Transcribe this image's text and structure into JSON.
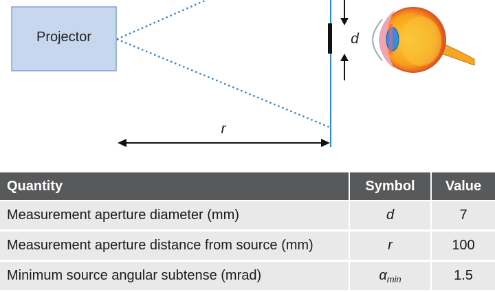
{
  "diagram": {
    "source_label": "Projector",
    "distance_label": "r",
    "aperture_label": "d",
    "colors": {
      "projector_fill": "#c6d7ee",
      "projector_stroke": "#7fa3d6",
      "beam": "#3b7fc9",
      "aperture_line": "#2c8ad8",
      "arrow": "#111111"
    },
    "icons": [
      "projector-box",
      "eye-cross-section-icon"
    ]
  },
  "table": {
    "headers": {
      "quantity": "Quantity",
      "symbol": "Symbol",
      "value": "Value"
    },
    "rows": [
      {
        "quantity": "Measurement aperture diameter (mm)",
        "symbol": "d",
        "value": "7"
      },
      {
        "quantity": "Measurement aperture distance from source (mm)",
        "symbol": "r",
        "value": "100"
      },
      {
        "quantity": "Minimum source angular subtense (mrad)",
        "symbol": "α",
        "symbol_sub": "min",
        "value": "1.5"
      }
    ]
  }
}
